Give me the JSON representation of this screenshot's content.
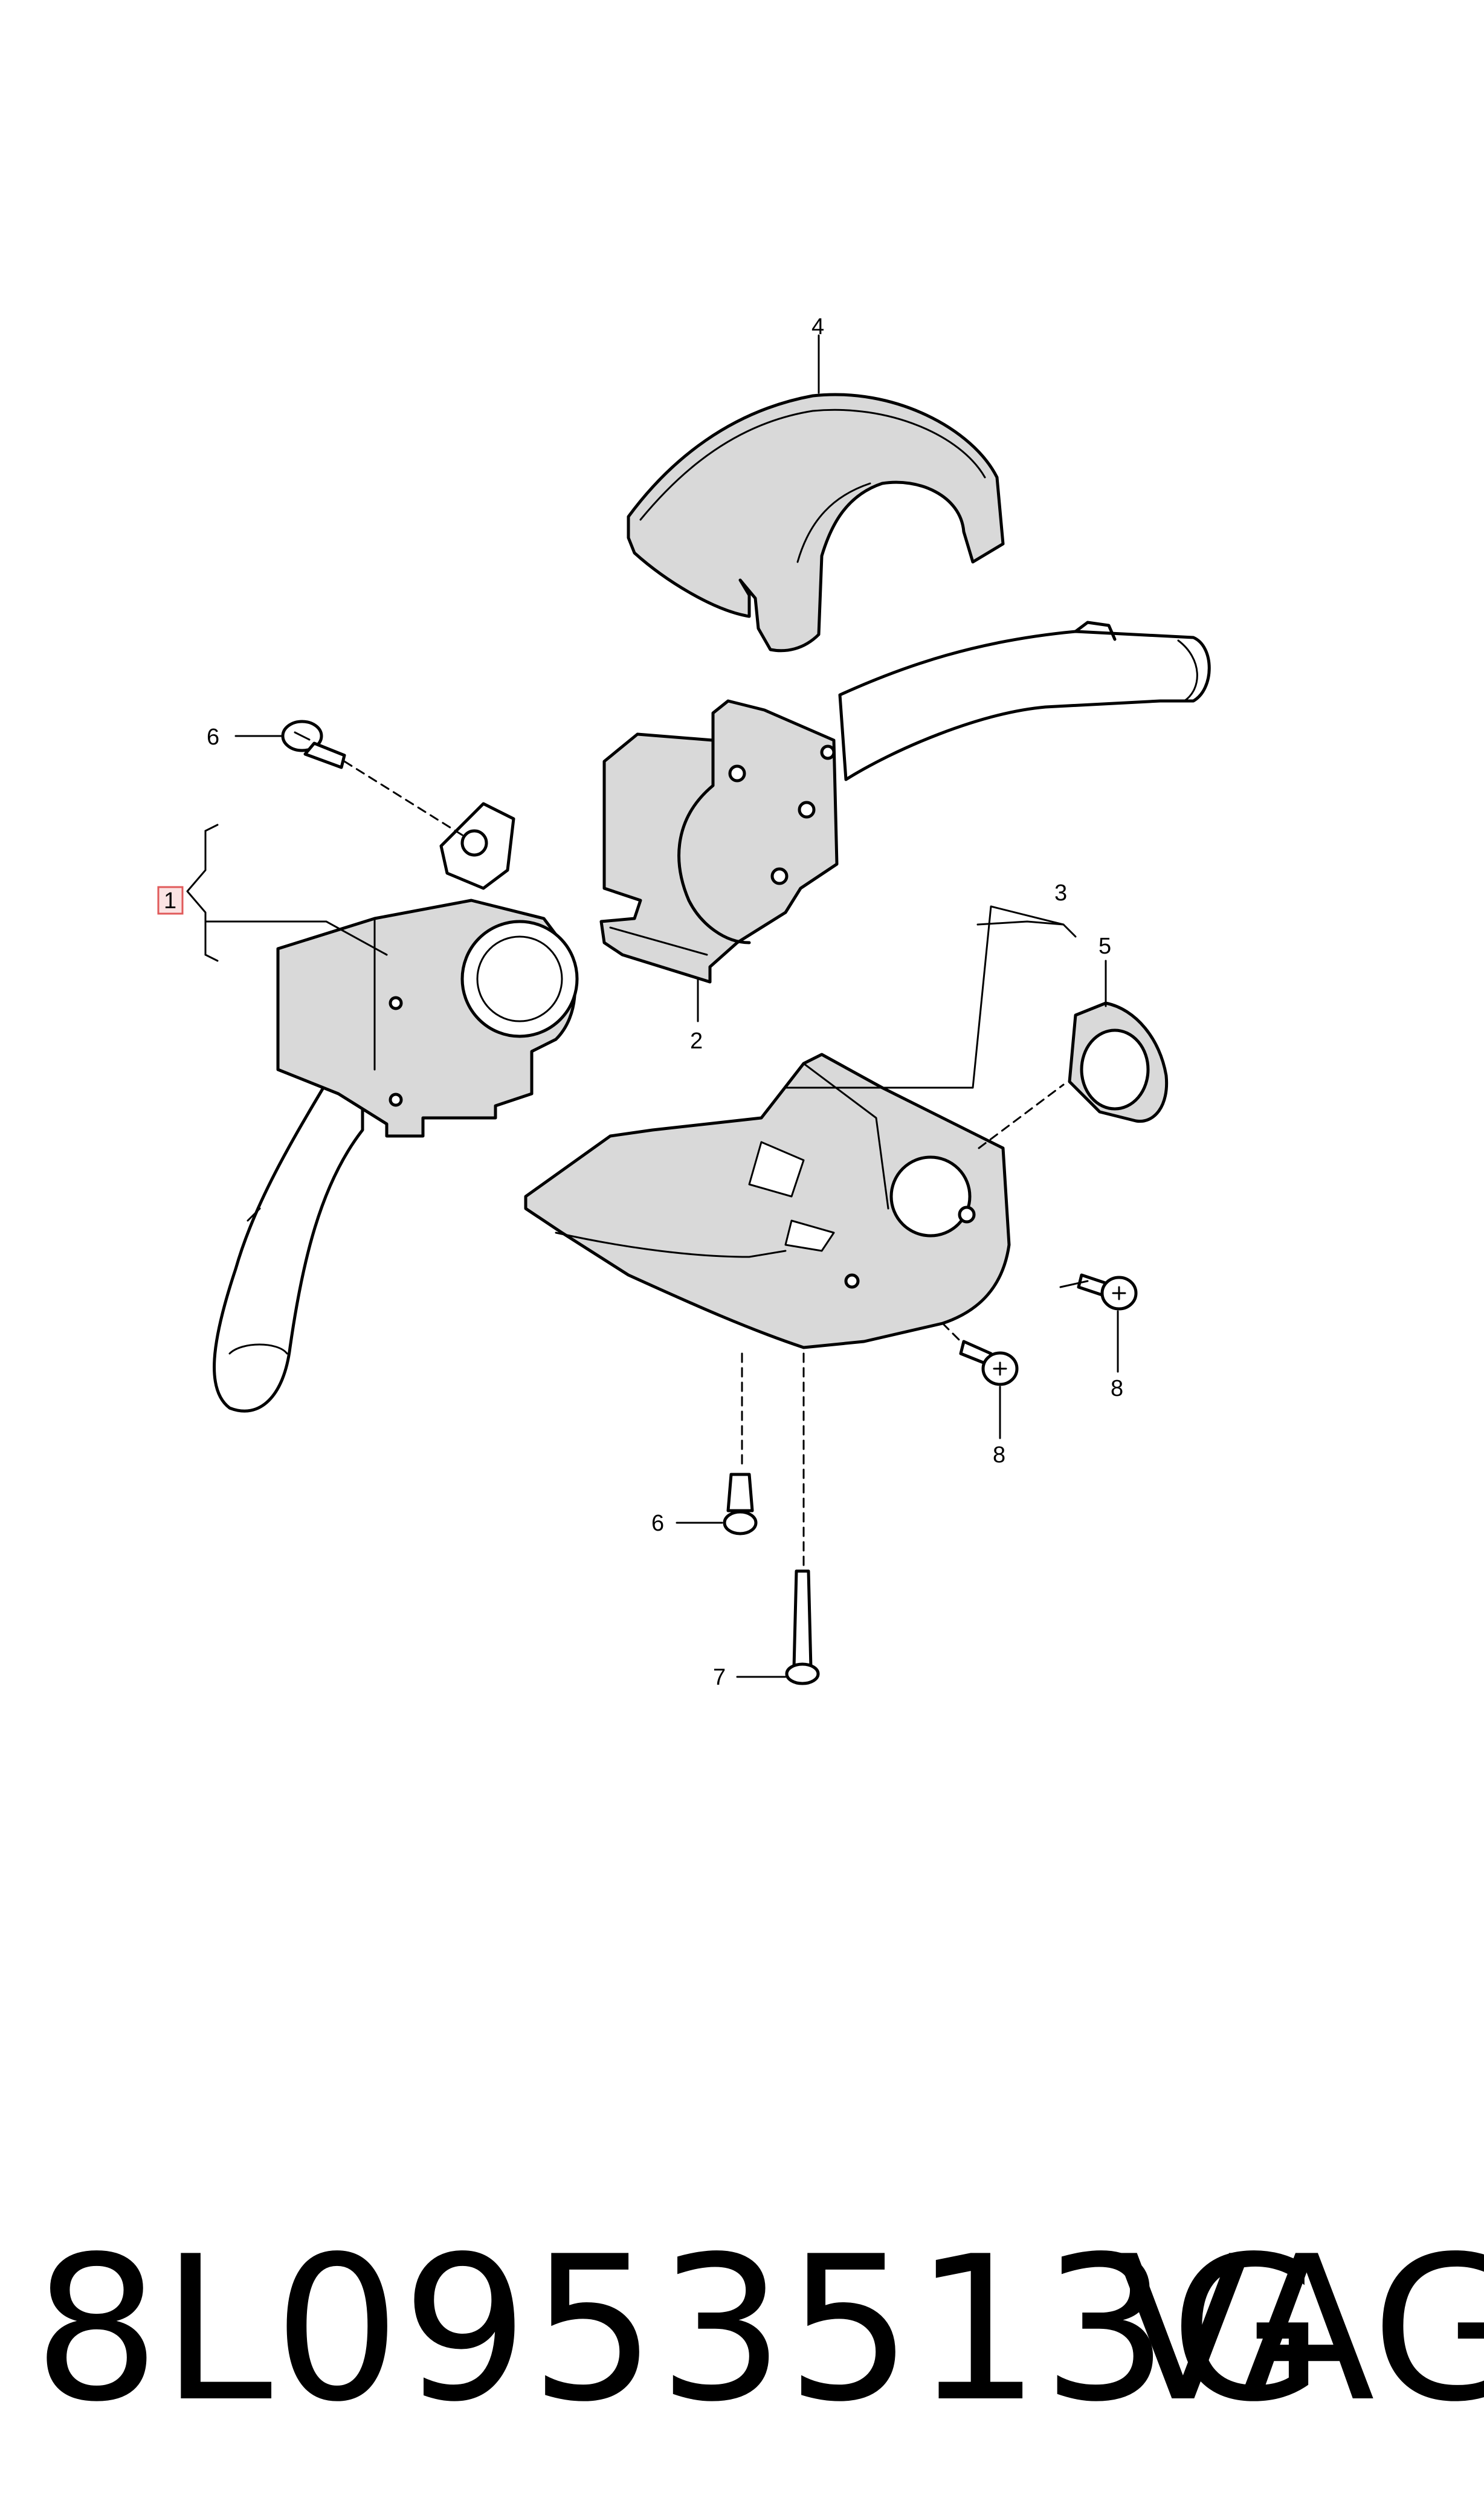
{
  "callouts": {
    "c1": "1",
    "c2": "2",
    "c3": "3",
    "c4": "4",
    "c5": "5",
    "c6a": "6",
    "c6b": "6",
    "c7": "7",
    "c8a": "8",
    "c8b": "8"
  },
  "footer": {
    "part_number": "8L0953513G",
    "brand": "VAG"
  },
  "colors": {
    "line": "#000000",
    "part_fill": "#ffffff",
    "shade": "#d9d9d9",
    "highlight_box": "#e05a5a",
    "highlight_fill": "#fbe3e3"
  }
}
